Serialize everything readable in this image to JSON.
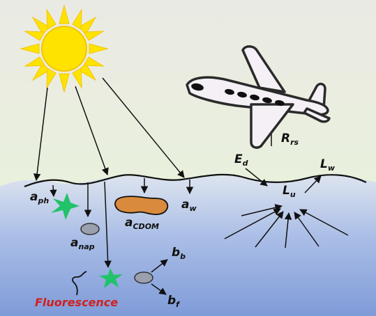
{
  "labels": {
    "a_ph": {
      "main": "a",
      "sub": "ph"
    },
    "a_nap": {
      "main": "a",
      "sub": "nap"
    },
    "a_cdom": {
      "main": "a",
      "sub": "CDOM"
    },
    "a_w": {
      "main": "a",
      "sub": "w"
    },
    "b_b": {
      "main": "b",
      "sub": "b"
    },
    "b_f": {
      "main": "b",
      "sub": "f"
    },
    "E_d": {
      "main": "E",
      "sub": "d"
    },
    "L_u": {
      "main": "L",
      "sub": "u"
    },
    "L_w": {
      "main": "L",
      "sub": "w"
    },
    "R_rs": {
      "main": "R",
      "sub": "rs"
    },
    "fluorescence": "Fluorescence"
  },
  "colors": {
    "sky_top": "#eaeae4",
    "sky_bottom": "#e9f0dc",
    "water_top": "#dde4ef",
    "water_bottom": "#7f9bd8",
    "sun": "#ffe300",
    "sun_outline": "#f5c400",
    "phytoplankton": "#21c26a",
    "cdom": "#d98a3c",
    "particle": "#9aa0ad",
    "fluorescence_text": "#d02020",
    "airplane_fill": "#f4f0f6",
    "airplane_outline": "#2a2a2a"
  }
}
